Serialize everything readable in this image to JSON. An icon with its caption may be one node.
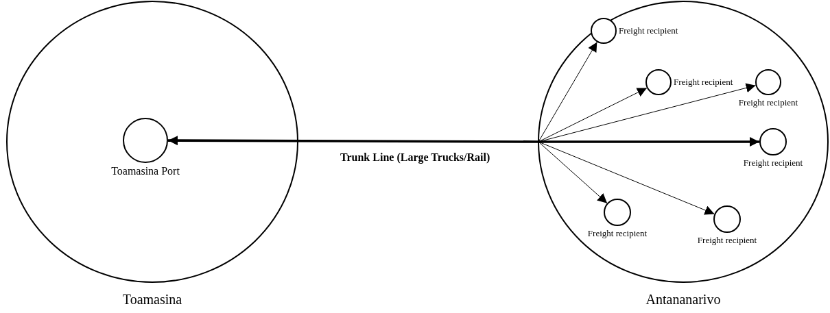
{
  "diagram": {
    "nodes": [
      {
        "text": [
          "Toamasina"
        ]
      },
      {
        "text": [
          "Toamasina Port"
        ],
        "in": 0
      },
      {
        "text": [
          "Antananarivo"
        ]
      },
      {
        "text": [
          "Freight recipient"
        ],
        "in": 2
      },
      {
        "text": [
          "Freight recipient"
        ],
        "in": 2
      },
      {
        "text": [
          "Freight recipient"
        ],
        "in": 2
      },
      {
        "text": [
          "Freight recipient"
        ],
        "in": 2
      },
      {
        "text": [
          "Freight recipient"
        ],
        "in": 2
      },
      {
        "text": [
          "Freight recipient"
        ],
        "in": 2
      }
    ],
    "edges": [
      {
        "from": 2,
        "to": 1,
        "arrow": "to",
        "label": "Trunk Line (Large Trucks/Rail)",
        "style": "thick"
      },
      {
        "from": 2,
        "to": 3,
        "arrow": "to"
      },
      {
        "from": 2,
        "to": 4,
        "arrow": "to"
      },
      {
        "from": 2,
        "to": 5,
        "arrow": "to"
      },
      {
        "from": 2,
        "to": 6,
        "arrow": "to",
        "style": "thick"
      },
      {
        "from": 2,
        "to": 7,
        "arrow": "to"
      },
      {
        "from": 2,
        "to": 8,
        "arrow": "to"
      }
    ]
  }
}
